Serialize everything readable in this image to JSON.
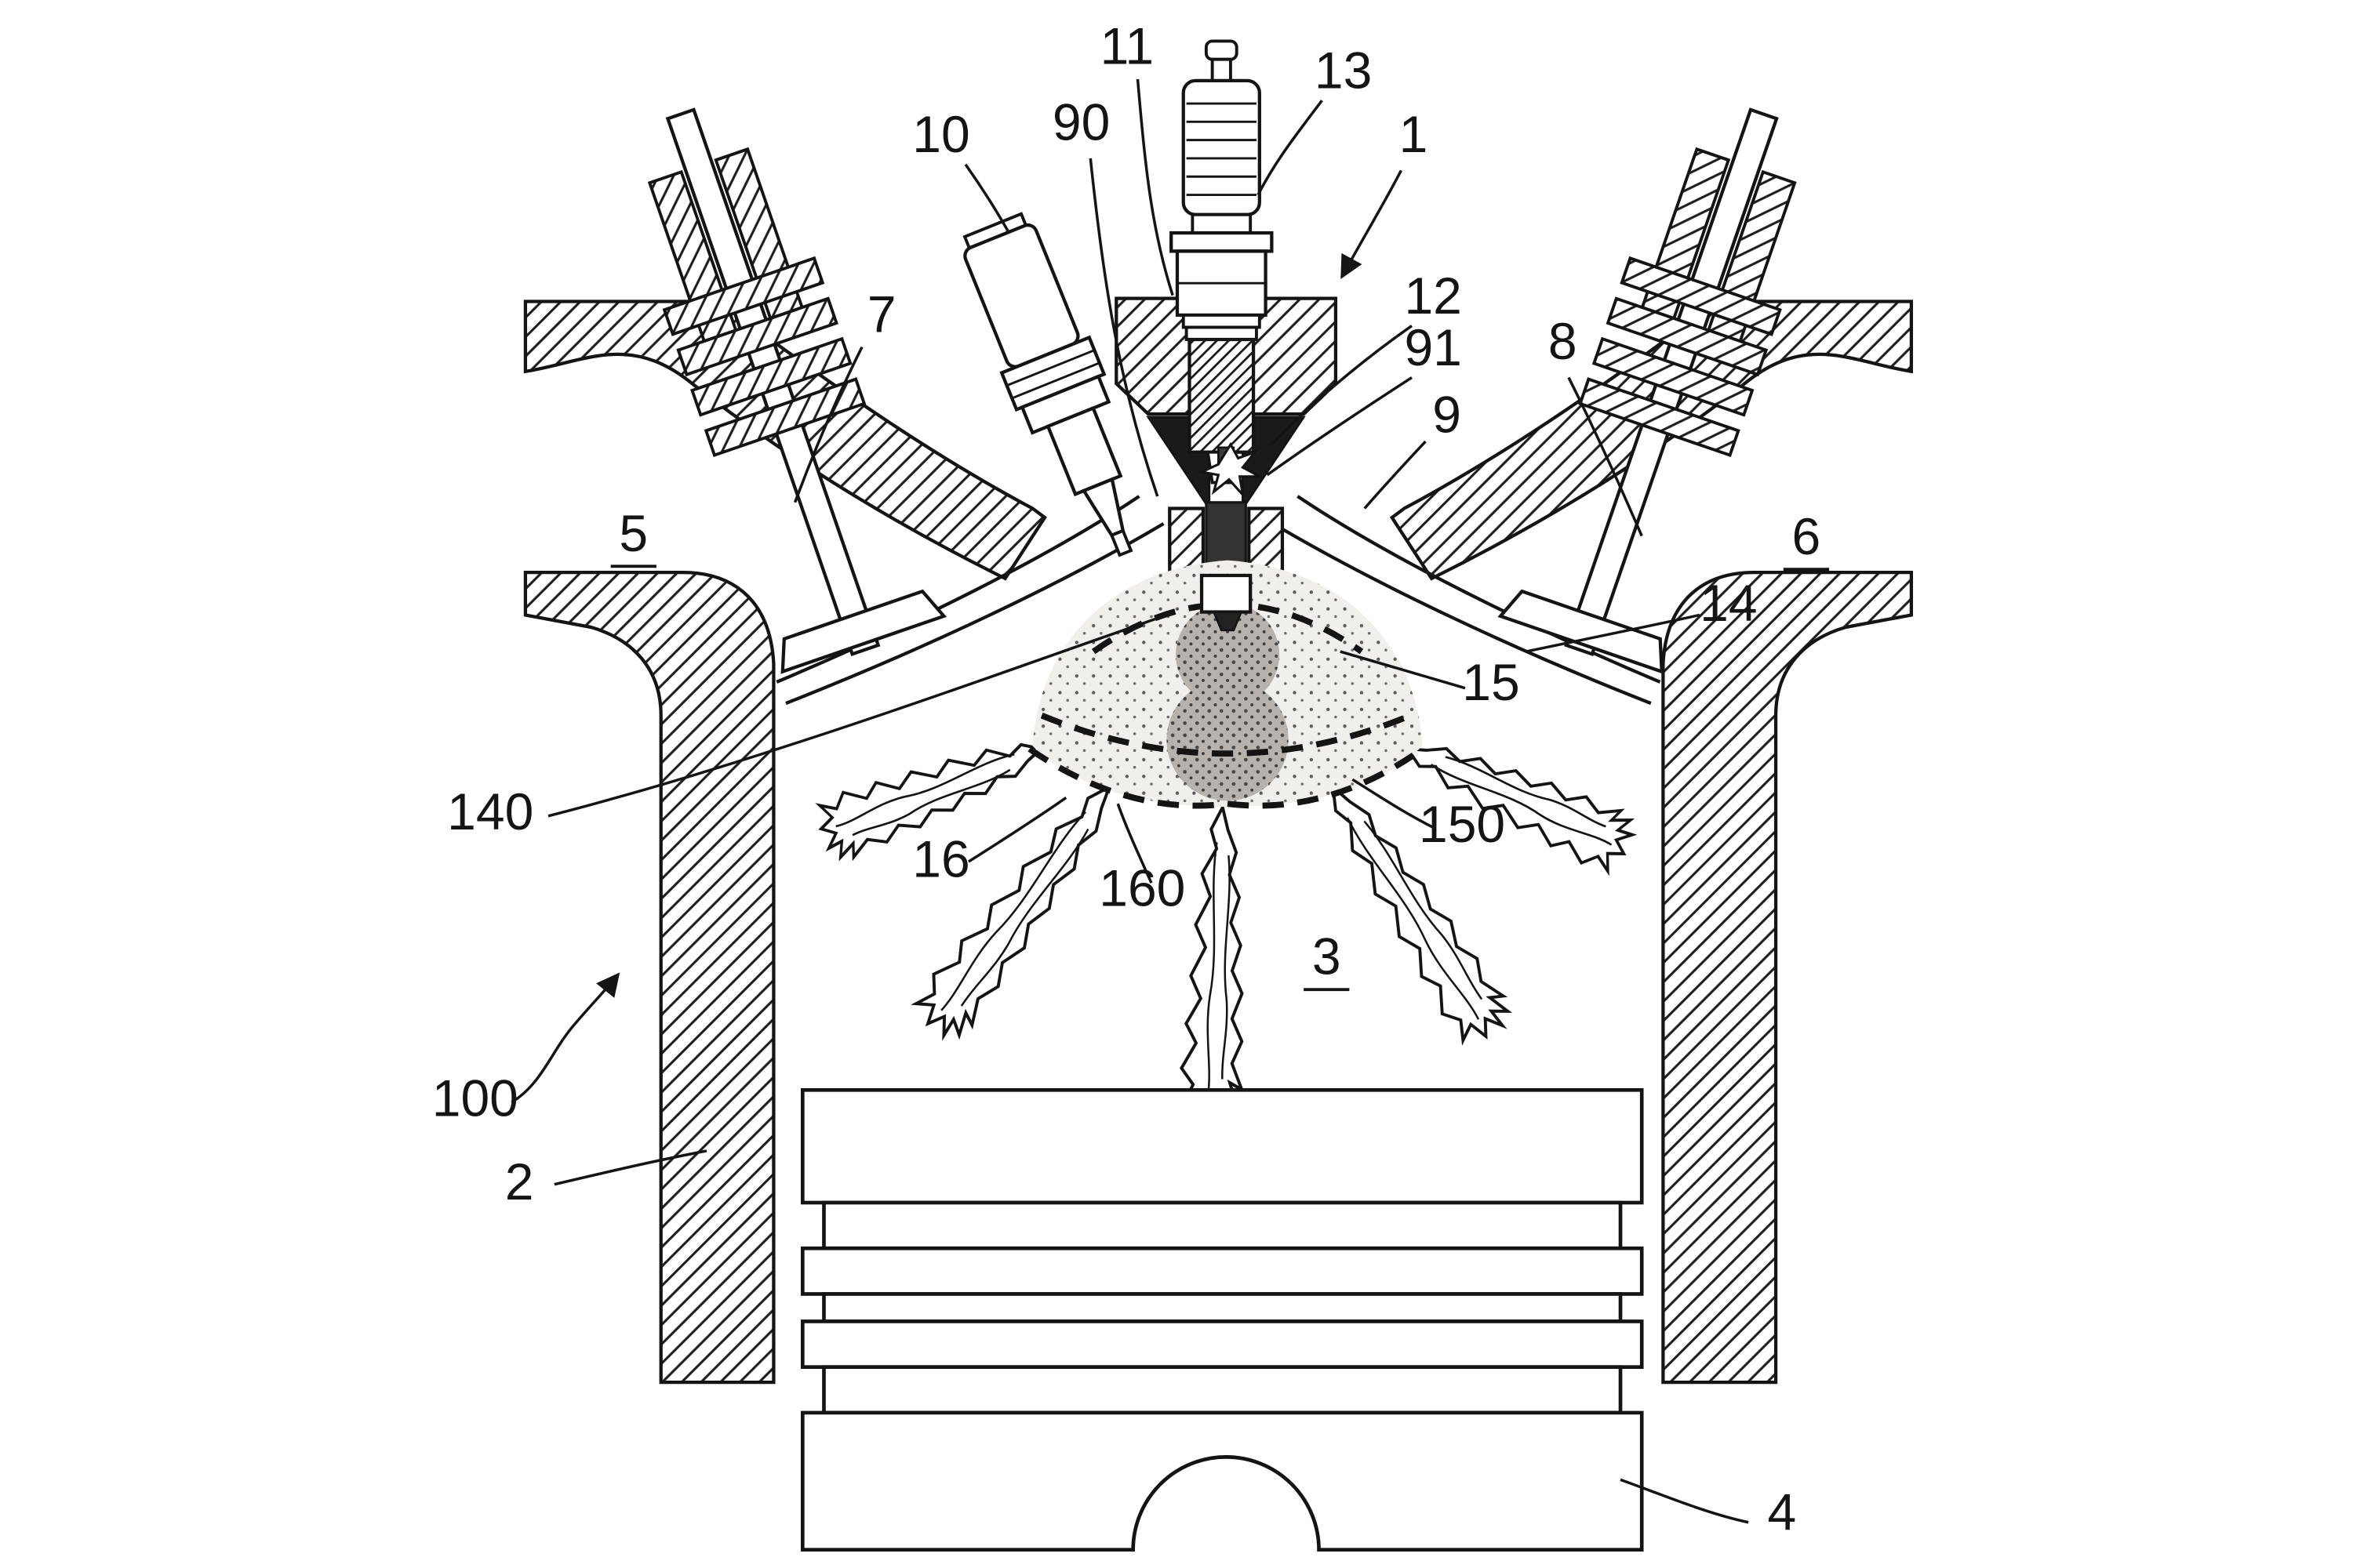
{
  "figure": {
    "kind": "patent-style engine combustion chamber cross-section",
    "background": "#ffffff",
    "ink": "#141414"
  },
  "labels": {
    "l1": "1",
    "l2": "2",
    "l3": "3",
    "l4": "4",
    "l5": "5",
    "l6": "6",
    "l7": "7",
    "l8": "8",
    "l9": "9",
    "l10": "10",
    "l11": "11",
    "l12": "12",
    "l13": "13",
    "l14": "14",
    "l15": "15",
    "l16": "16",
    "l90": "90",
    "l91": "91",
    "l100": "100",
    "l140": "140",
    "l150": "150",
    "l160": "160"
  }
}
